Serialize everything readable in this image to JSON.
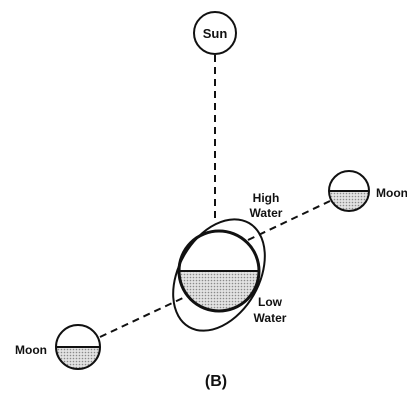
{
  "diagram": {
    "sun_label": "Sun",
    "moon_right_label": "Moon",
    "moon_left_label": "Moon",
    "high_water_label_line1": "High",
    "high_water_label_line2": "Water",
    "low_water_label_line1": "Low",
    "low_water_label_line2": "Water",
    "caption": "(B)"
  },
  "colors": {
    "ink": "#111111",
    "shading": "#c9c9c9",
    "background": "#ffffff"
  }
}
